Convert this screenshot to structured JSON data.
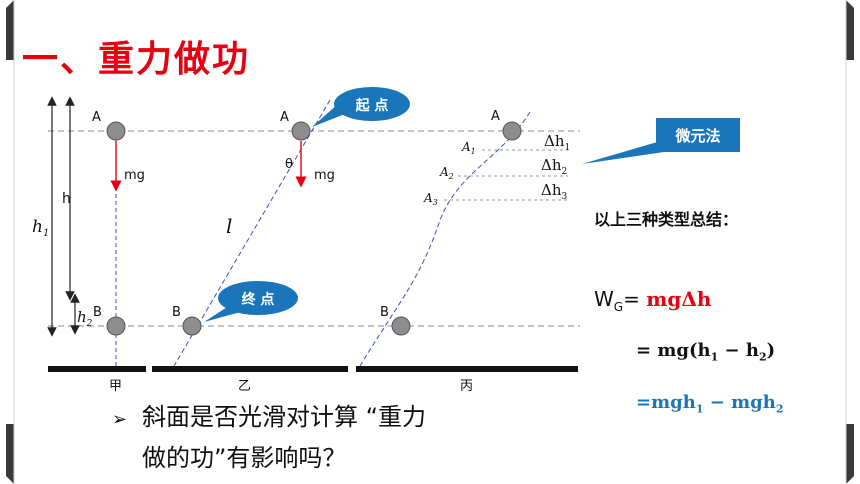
{
  "title": "一、重力做功",
  "diagram": {
    "labels": {
      "A": "A",
      "B": "B",
      "mg": "mg",
      "h": "h",
      "h1": "h",
      "h1_sub": "1",
      "h2": "h",
      "h2_sub": "2",
      "theta": "θ",
      "l": "l",
      "A1": "A",
      "A1_sub": "1",
      "A2": "A",
      "A2_sub": "2",
      "A3": "A",
      "A3_sub": "3",
      "dh1": "Δh",
      "dh1_sub": "1",
      "dh2": "Δh",
      "dh2_sub": "2",
      "dh3": "Δh",
      "dh3_sub": "3"
    },
    "cases": [
      "甲",
      "乙",
      "丙"
    ],
    "callouts": {
      "start": "起 点",
      "end": "终 点",
      "micro": "微元法"
    }
  },
  "summary": {
    "heading": "以上三种类型总结：",
    "wg_w": "W",
    "wg_sub": "G",
    "wg_eq": "=",
    "wg_val": "mgΔh",
    "line2_prefix": "= mg(h",
    "line2_s1": "1",
    "line2_mid": " − h",
    "line2_s2": "2",
    "line2_end": ")",
    "line3_prefix": "=mgh",
    "line3_s1": "1",
    "line3_mid": " − mgh",
    "line3_s2": "2"
  },
  "question": {
    "bullet": "➢",
    "line1": "斜面是否光滑对计算 “重力",
    "line2": "做的功”有影响吗？"
  },
  "colors": {
    "title": "#e60012",
    "callout": "#1b75bb",
    "force_arrow": "#e60012",
    "path": "#3a4fc8",
    "result_blue": "#1b75bb"
  }
}
